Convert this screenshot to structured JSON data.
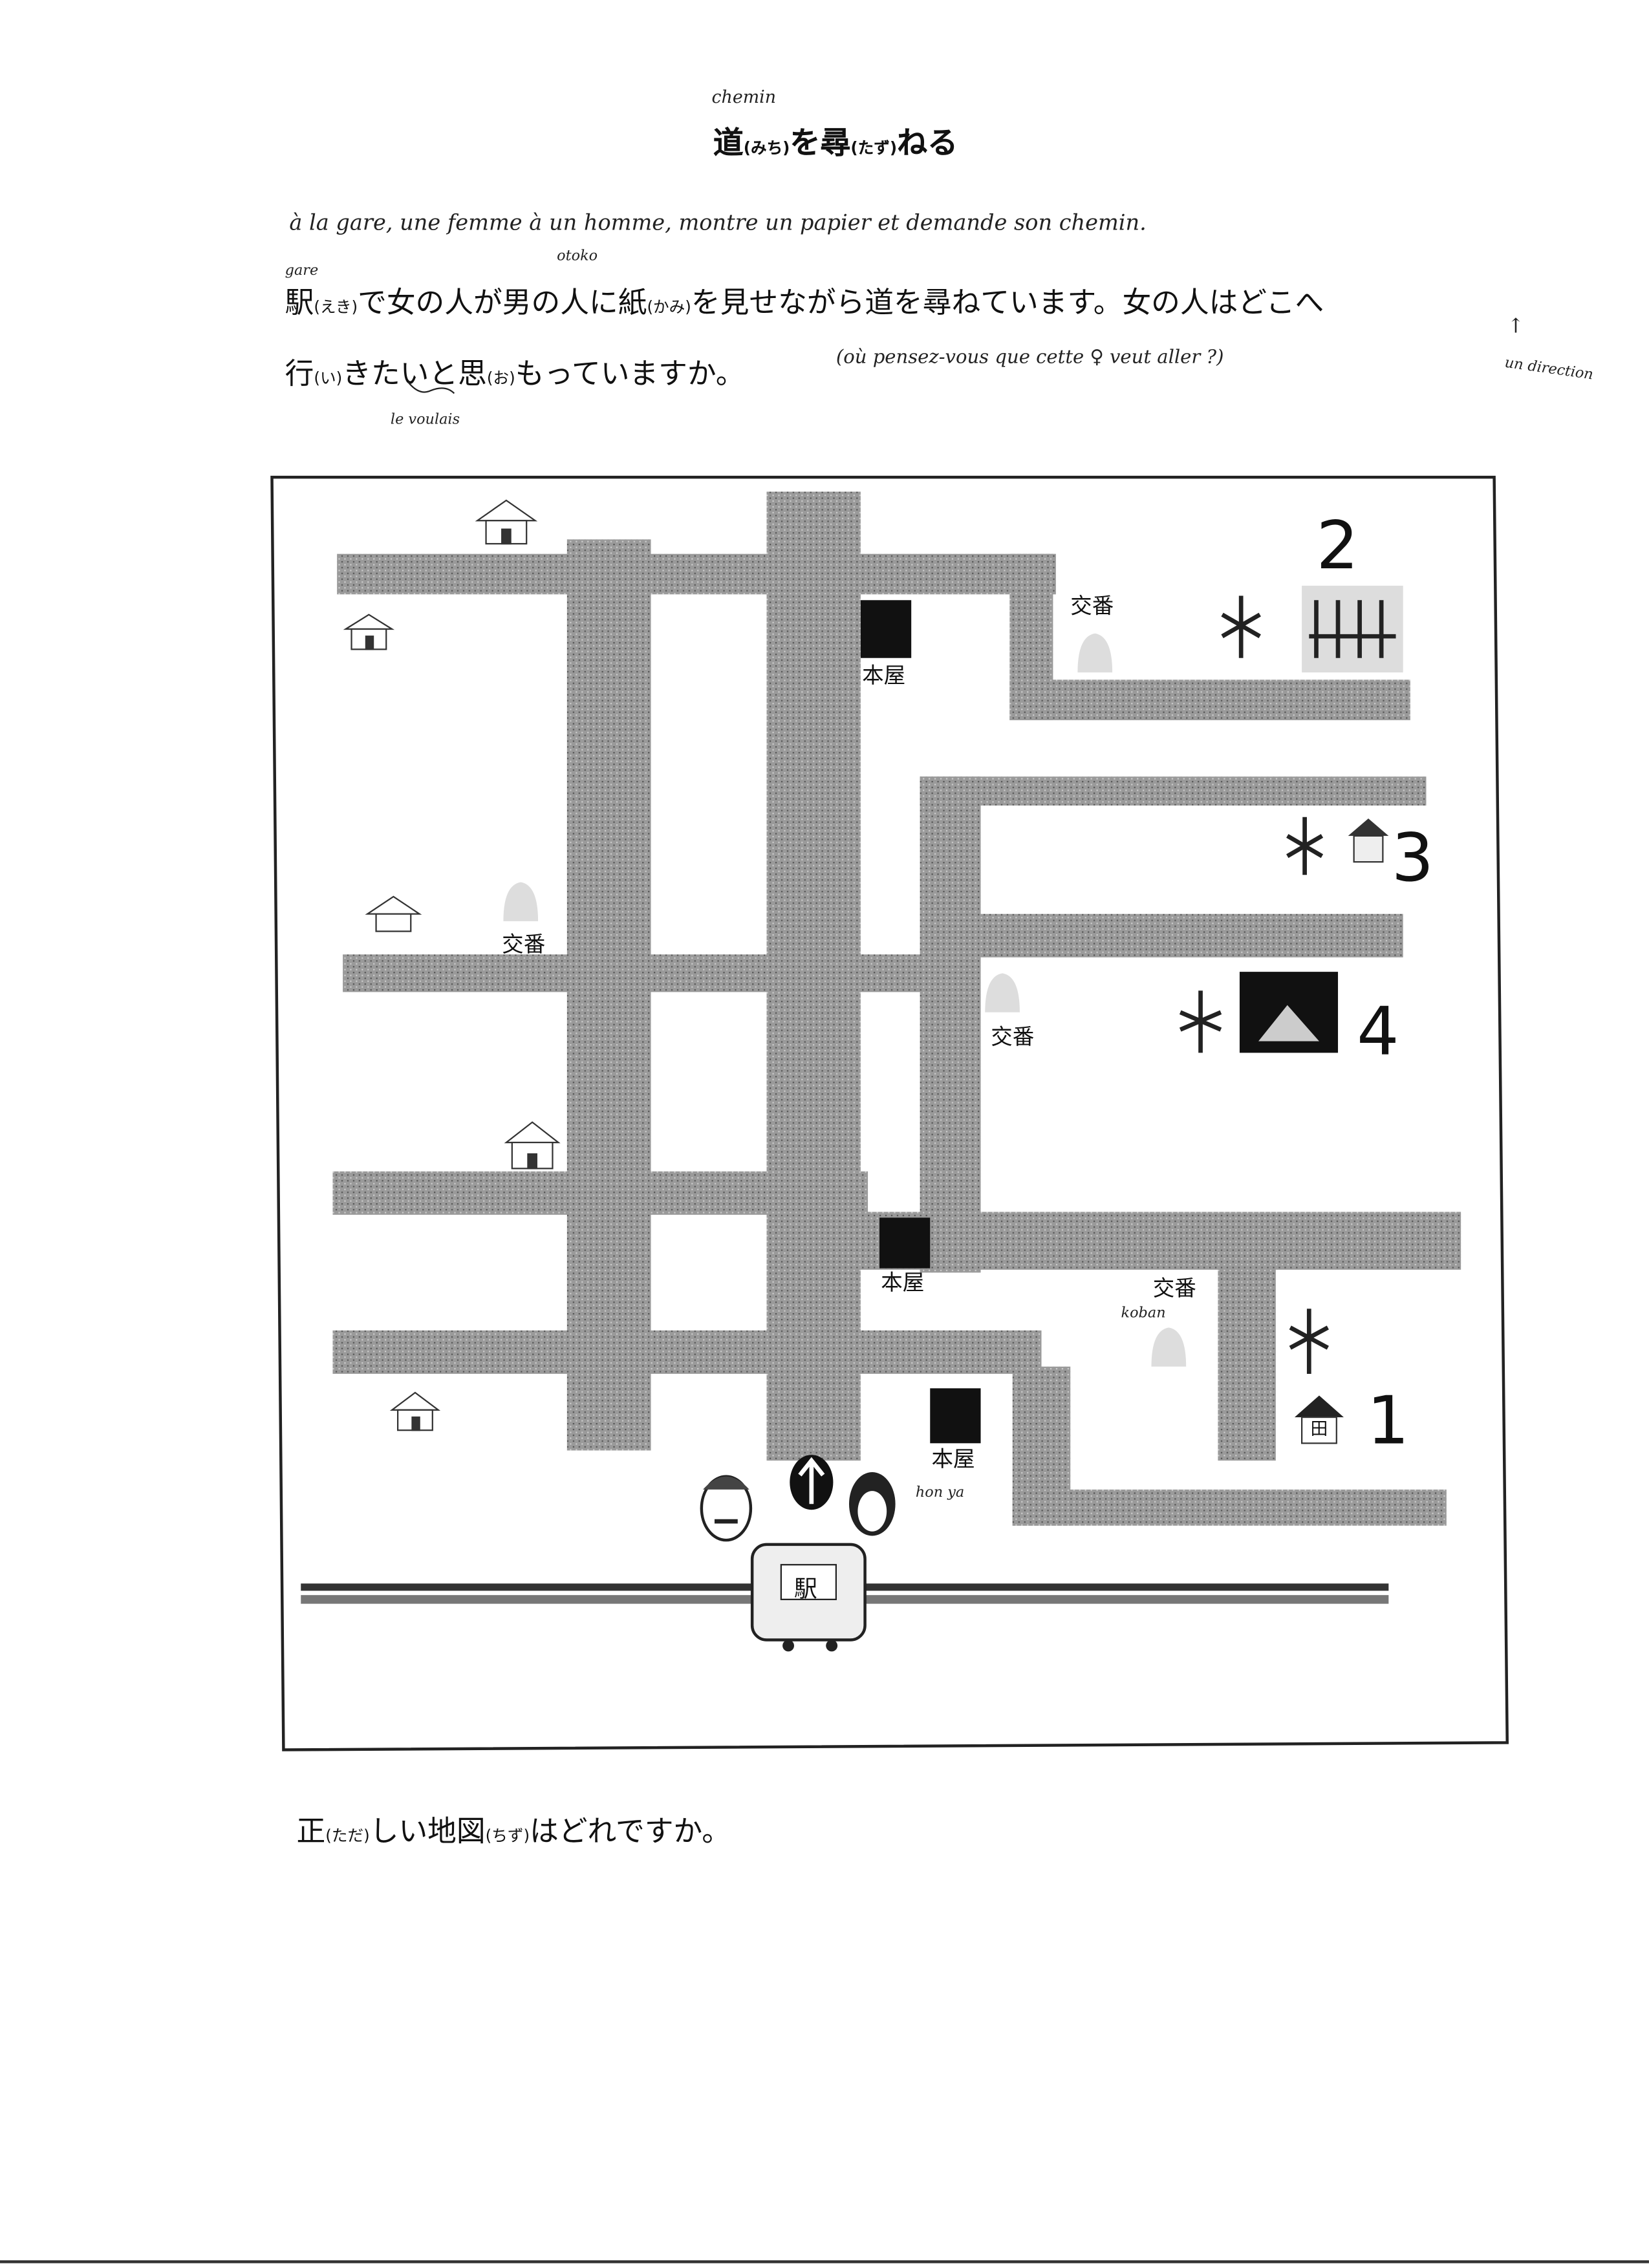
{
  "header": {
    "annotation": "chemin",
    "title_kanji1": "道",
    "title_furi1": "(みち)",
    "title_kana1": "を尋",
    "title_furi2": "(たず)",
    "title_kana2": "ねる"
  },
  "notes": {
    "line1": "à la gare, une femme à un homme, montre un papier et demande son chemin.",
    "gare": "gare",
    "otoko": "otoko",
    "question_fr": "(où pensez-vous que cette ♀ veut aller ?)",
    "direction": "un direction",
    "direction_arrow": "↑",
    "voulais": "le voulais",
    "koban": "koban",
    "honya": "hon ya"
  },
  "passage": {
    "l1a": "駅",
    "l1f1": "(えき)",
    "l1b": "で女の人が男の人に紙",
    "l1f2": "(かみ)",
    "l1c": "を見せながら道を尋ねています。女の人はどこへ",
    "l2a": "行",
    "l2f1": "(い)",
    "l2b": "きたいと思",
    "l2f2": "(お)",
    "l2c": "もっていますか。"
  },
  "map": {
    "koban": "交番",
    "bookstore": "本屋",
    "station": "駅",
    "field": "田",
    "destinations": [
      "1",
      "2",
      "3",
      "4"
    ]
  },
  "question": {
    "a": "正",
    "f1": "(ただ)",
    "b": "しい地図",
    "f2": "(ちず)",
    "c": "はどれですか。"
  }
}
